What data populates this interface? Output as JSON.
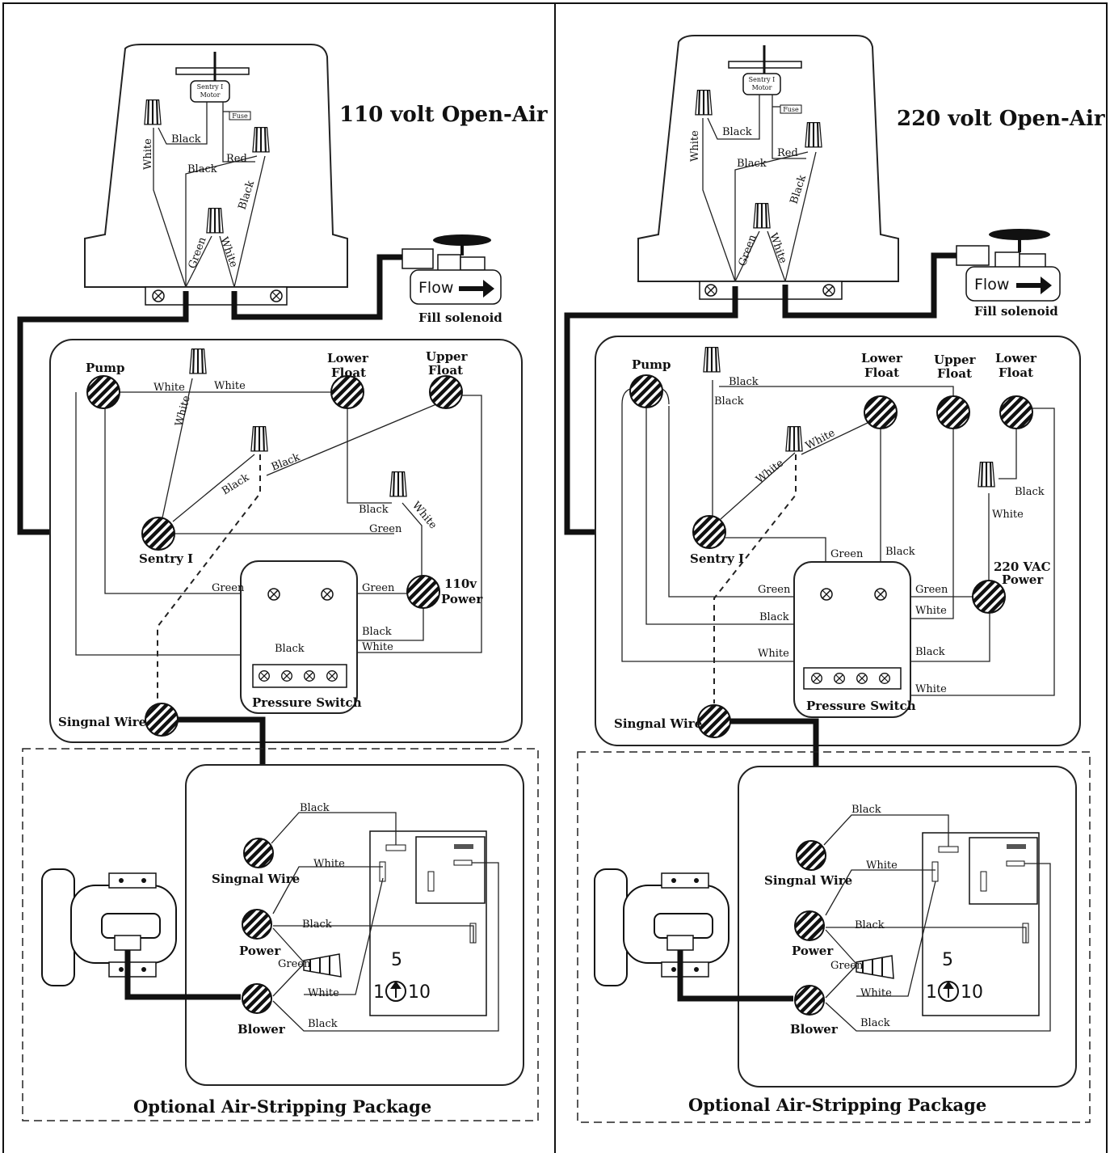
{
  "titles": {
    "left": "110 volt Open-Air",
    "right": "220 volt Open-Air"
  },
  "top": {
    "motor": [
      "Sentry I",
      "Motor"
    ],
    "fuse": "Fuse",
    "flow": "Flow",
    "fill_solenoid": "Fill solenoid"
  },
  "wires": {
    "white": "White",
    "black": "Black",
    "red": "Red",
    "green": "Green"
  },
  "components": {
    "pump": "Pump",
    "lower_float": [
      "Lower",
      "Float"
    ],
    "upper_float": [
      "Upper",
      "Float"
    ],
    "sentry": "Sentry I",
    "power_110": [
      "110v",
      "Power"
    ],
    "power_220": [
      "220 VAC",
      "Power"
    ],
    "pressure_switch": "Pressure Switch",
    "signal_wire": "Singnal Wire",
    "signal_wire_pkg": "Singnal Wire",
    "power": "Power",
    "blower": "Blower"
  },
  "timer": {
    "top": "5",
    "left": "1",
    "right": "10"
  },
  "package_label": "Optional Air-Stripping Package"
}
